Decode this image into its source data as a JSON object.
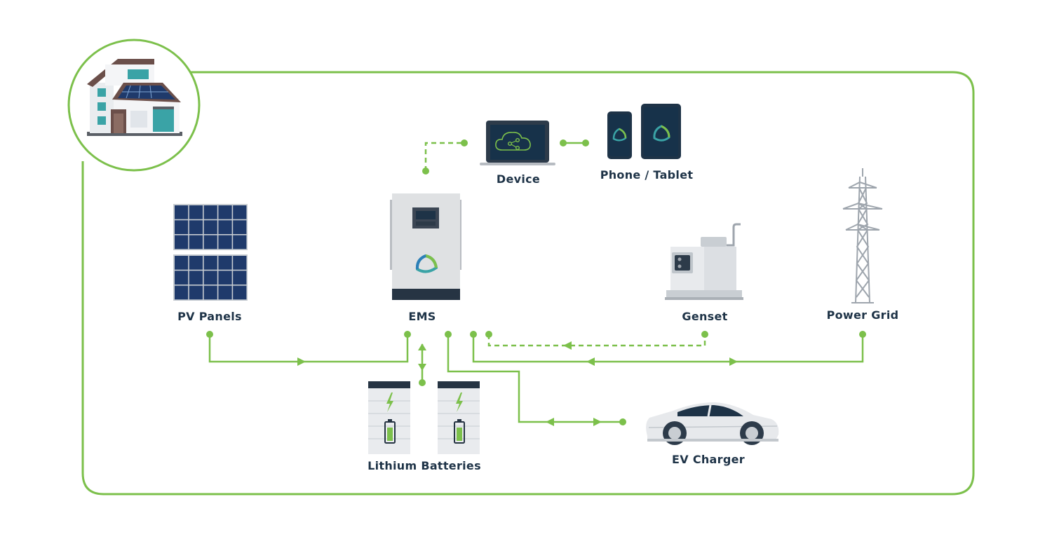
{
  "diagram": {
    "nodes": {
      "pv_panels": {
        "label": "PV Panels"
      },
      "ems": {
        "label": "EMS"
      },
      "device": {
        "label": "Device"
      },
      "phone_tablet": {
        "label": "Phone / Tablet"
      },
      "genset": {
        "label": "Genset"
      },
      "power_grid": {
        "label": "Power Grid"
      },
      "lithium_batteries": {
        "label": "Lithium Batteries"
      },
      "ev_charger": {
        "label": "EV Charger"
      }
    },
    "colors": {
      "accent_green": "#7cc04b",
      "navy": "#1e3347",
      "solar_blue": "#1f3a6b",
      "screen_dark": "#17324a",
      "teal": "#3aa3a6"
    },
    "icons": [
      "house-icon",
      "solar-panel-icon",
      "ems-inverter-icon",
      "laptop-icon",
      "phone-icon",
      "tablet-icon",
      "generator-icon",
      "power-tower-icon",
      "battery-icon",
      "electric-car-icon"
    ]
  }
}
